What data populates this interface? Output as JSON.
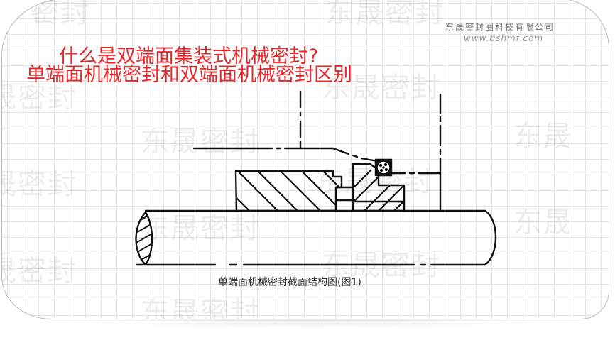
{
  "title": {
    "line1": "什么是双端面集装式机械密封?",
    "line2": "单端面机械密封和双端面机械密封区别",
    "color": "#e8262a"
  },
  "branding": {
    "company_name": "东晟密封圈科技有限公司",
    "url": "www.dshmf.com"
  },
  "watermark": {
    "text": "东晟密封",
    "partial_left": "晟密封",
    "partial_top_left": "密封",
    "partial_right": "东晟",
    "partial_top_right": "东晟密封"
  },
  "figure": {
    "caption": "单端面机械密封截面结构图(图1)",
    "description": "Cross-section drawing of a single-face mechanical seal on a shaft"
  }
}
